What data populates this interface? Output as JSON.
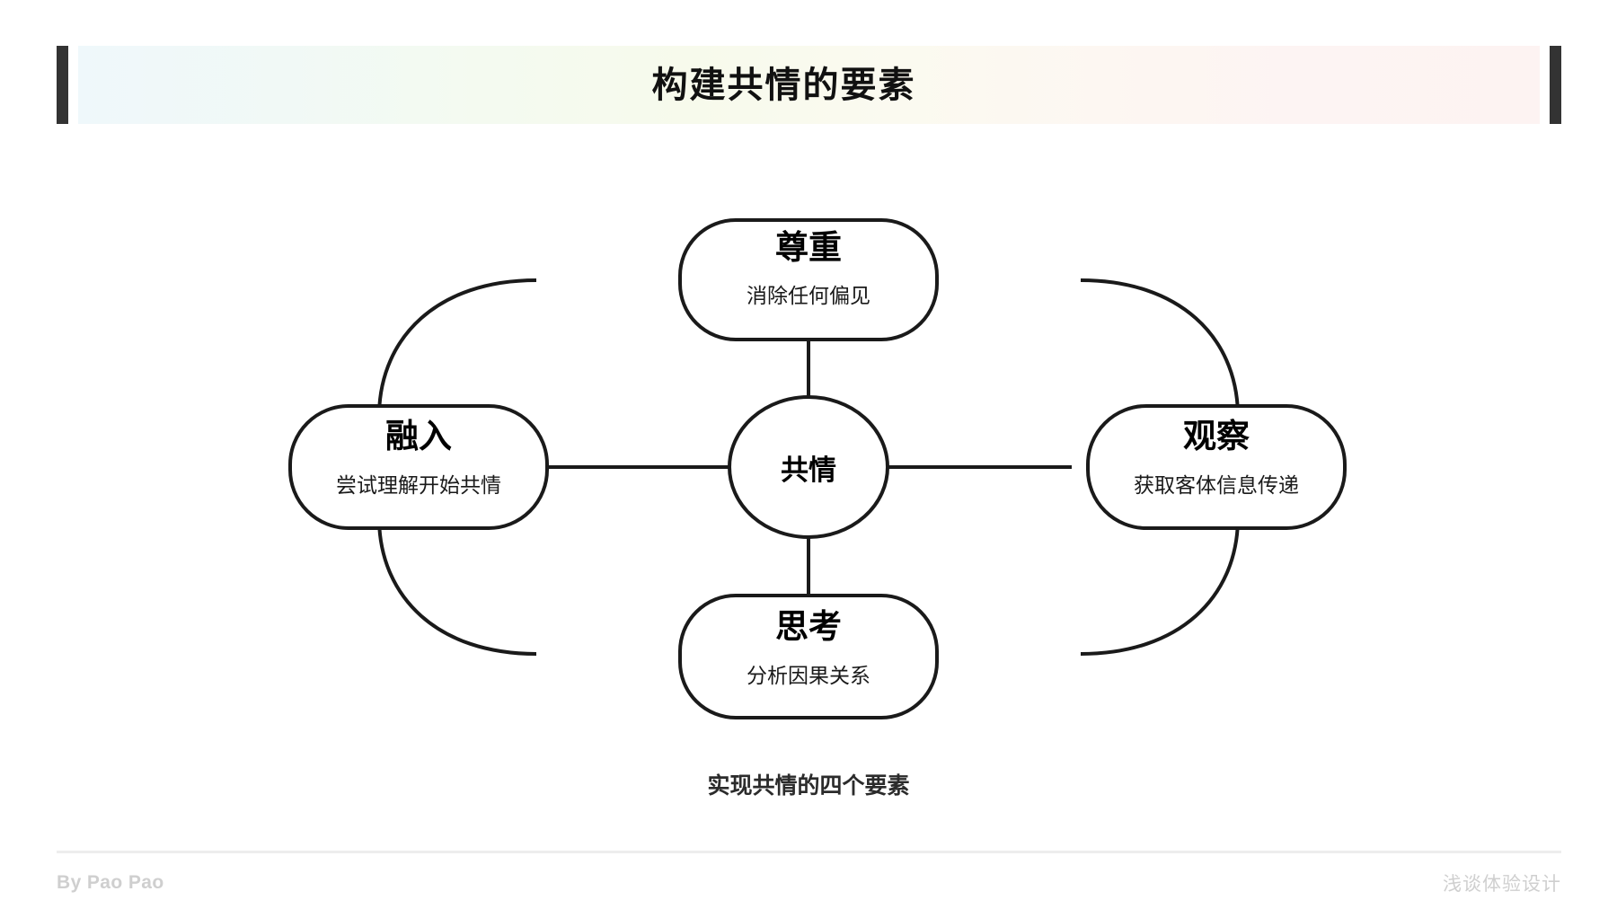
{
  "header": {
    "title": "构建共情的要素",
    "bar_color": "#333333",
    "gradient_from": "#eff8fb",
    "gradient_to": "#fdf3f2"
  },
  "diagram": {
    "caption": "实现共情的四个要素",
    "center": {
      "label": "共情"
    },
    "nodes": [
      {
        "id": "respect",
        "position": "top",
        "label": "尊重",
        "sub": "消除任何偏见"
      },
      {
        "id": "immerse",
        "position": "left",
        "label": "融入",
        "sub": "尝试理解开始共情"
      },
      {
        "id": "observe",
        "position": "right",
        "label": "观察",
        "sub": "获取客体信息传递"
      },
      {
        "id": "think",
        "position": "bottom",
        "label": "思考",
        "sub": "分析因果关系"
      }
    ],
    "stroke_color": "#1a1a1a"
  },
  "footer": {
    "left": "By Pao Pao",
    "right": "浅谈体验设计",
    "text_color": "#cfcfcf"
  }
}
